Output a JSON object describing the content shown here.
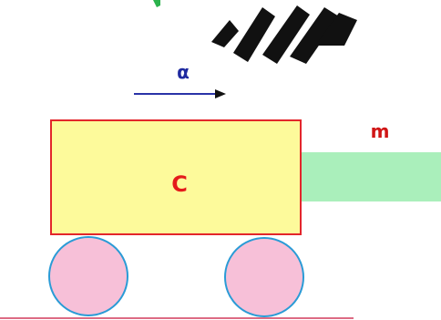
{
  "labels": {
    "acceleration": "α",
    "cart": "C",
    "block": "m"
  },
  "colors": {
    "cart_fill": "#fdfa9b",
    "cart_stroke": "#e3262b",
    "block_fill": "#aaefbb",
    "wheel_fill": "#f7c0d8",
    "wheel_stroke": "#2a9bd6",
    "arrow": "#2a33a8",
    "alpha_text": "#1f2aa0",
    "c_text": "#e41b1b",
    "m_text": "#d01616",
    "ground": "#d23a5c",
    "logo": "#111111"
  },
  "icons": {
    "watermark": "partial-logo-watermark"
  }
}
